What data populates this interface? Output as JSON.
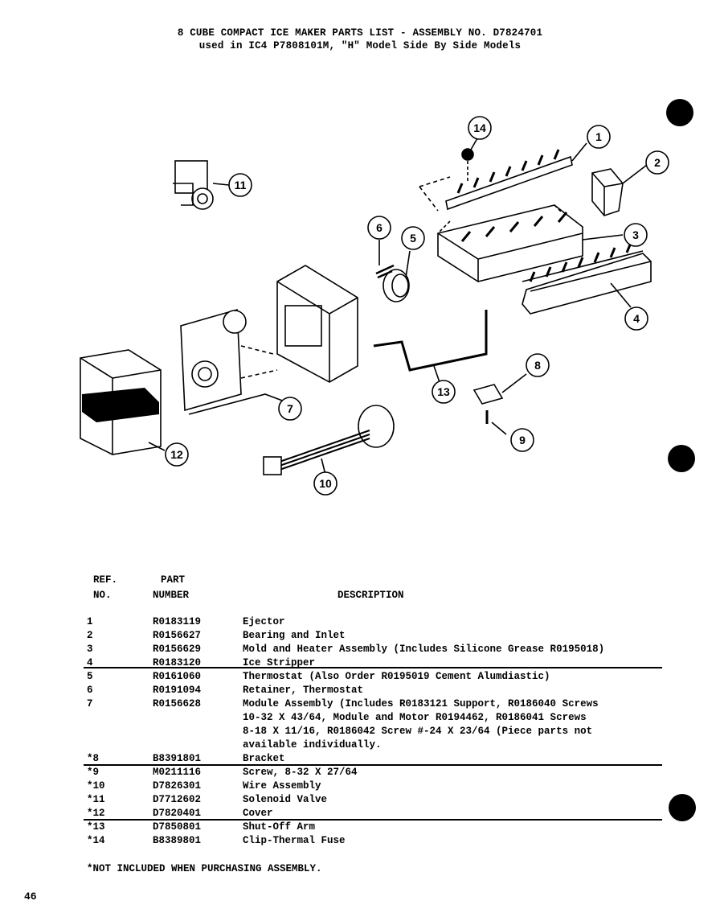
{
  "header": {
    "title_line1": "8 CUBE COMPACT ICE MAKER PARTS LIST - ASSEMBLY NO. D7824701",
    "title_line2": "used in IC4 P7808101M, \"H\" Model Side By Side Models"
  },
  "diagram": {
    "callouts": [
      "1",
      "2",
      "3",
      "4",
      "5",
      "6",
      "7",
      "8",
      "9",
      "10",
      "11",
      "12",
      "13",
      "14"
    ]
  },
  "table": {
    "col_ref_line1": "REF.",
    "col_ref_line2": "NO.",
    "col_part_line1": "PART",
    "col_part_line2": "NUMBER",
    "col_desc": "DESCRIPTION",
    "rows": [
      {
        "ref": "1",
        "part": "R0183119",
        "desc": "Ejector"
      },
      {
        "ref": "2",
        "part": "R0156627",
        "desc": "Bearing and Inlet"
      },
      {
        "ref": "3",
        "part": "R0156629",
        "desc": "Mold and Heater Assembly (Includes Silicone Grease R0195018)"
      },
      {
        "ref": "4",
        "part": "R0183120",
        "desc": "Ice Stripper"
      },
      {
        "ref": "5",
        "part": "R0161060",
        "desc": "Thermostat (Also Order R0195019 Cement Alumdiastic)"
      },
      {
        "ref": "6",
        "part": "R0191094",
        "desc": "Retainer, Thermostat"
      },
      {
        "ref": "7",
        "part": "R0156628",
        "desc": "Module Assembly (Includes R0183121 Support, R0186040 Screws"
      },
      {
        "ref": "",
        "part": "",
        "desc": "10-32 X 43/64, Module and Motor R0194462, R0186041 Screws"
      },
      {
        "ref": "",
        "part": "",
        "desc": "8-18 X 11/16, R0186042 Screw #-24 X 23/64 (Piece parts not"
      },
      {
        "ref": "",
        "part": "",
        "desc": "available individually."
      },
      {
        "ref": "*8",
        "part": "B8391801",
        "desc": "Bracket"
      },
      {
        "ref": "*9",
        "part": "M0211116",
        "desc": "Screw, 8-32 X 27/64"
      },
      {
        "ref": "*10",
        "part": "D7826301",
        "desc": "Wire Assembly"
      },
      {
        "ref": "*11",
        "part": "D7712602",
        "desc": "Solenoid Valve"
      },
      {
        "ref": "*12",
        "part": "D7820401",
        "desc": "Cover"
      },
      {
        "ref": "*13",
        "part": "D7850801",
        "desc": "Shut-Off Arm"
      },
      {
        "ref": "*14",
        "part": "B8389801",
        "desc": "Clip-Thermal Fuse"
      }
    ]
  },
  "footnote": "*NOT INCLUDED WHEN PURCHASING ASSEMBLY.",
  "page_number": "46"
}
